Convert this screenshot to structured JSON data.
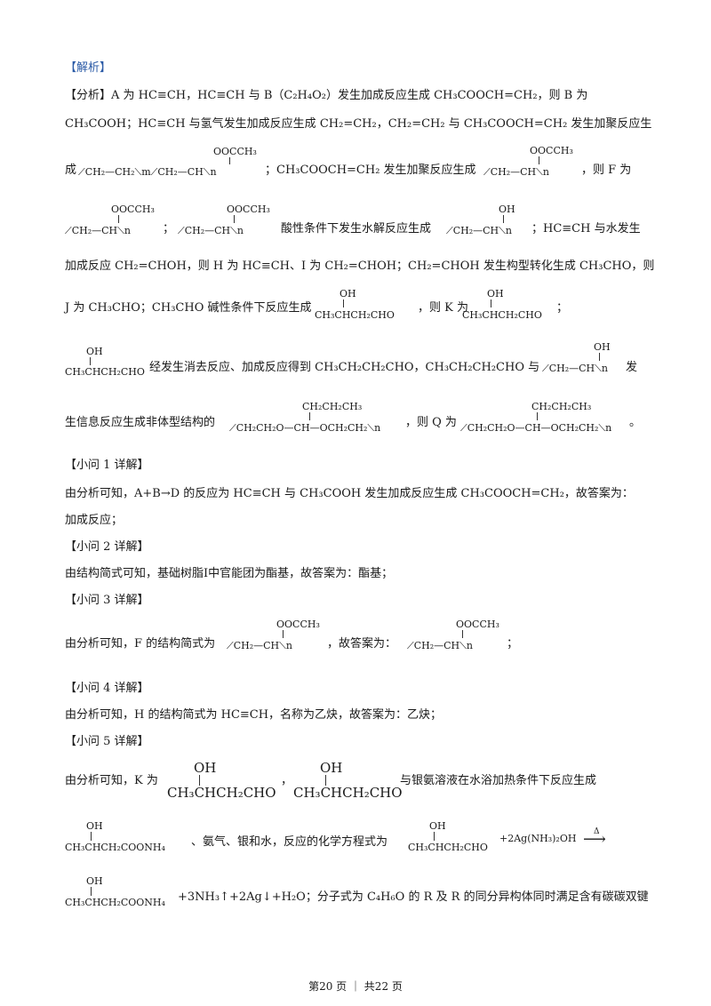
{
  "title": "【解析】",
  "analysis": {
    "l1": "【分析】A 为 HC≡CH，HC≡CH 与 B（C₂H₄O₂）发生加成反应生成 CH₃COOCH=CH₂，则 B 为",
    "l2": "CH₃COOH；HC≡CH 与氢气发生加成反应生成 CH₂=CH₂，CH₂=CH₂ 与 CH₃COOCH=CH₂ 发生加聚反应生",
    "l3a": "成",
    "l3b": "；CH₃COOCH=CH₂ 发生加聚反应生成",
    "l3c": "，则 F 为",
    "l4a": "；",
    "l4b": "酸性条件下发生水解反应生成",
    "l4c": "；HC≡CH 与水发生",
    "l5": "加成反应 CH₂=CHOH，则 H 为 HC≡CH、I 为 CH₂=CHOH；CH₂=CHOH 发生构型转化生成 CH₃CHO，则",
    "l6a": "J 为 CH₃CHO；CH₃CHO 碱性条件下反应生成",
    "l6b": "，则 K 为",
    "l6c": "；",
    "l7a": "经发生消去反应、加成反应得到 CH₃CH₂CH₂CHO，CH₃CH₂CH₂CHO 与",
    "l7b": "发",
    "l8a": "生信息反应生成非体型结构的",
    "l8b": "，则 Q 为",
    "l8c": "。"
  },
  "chem": {
    "ooccch3": "OOCCH₃",
    "oh": "OH",
    "poly1": "⟋CH₂—CH₂⟍m⟋CH₂—CH⟍n",
    "polyF": "⟋CH₂—CH⟍n",
    "polyOH": "⟋CH₂—CH⟍n",
    "k": "CH₃CHCH₂CHO",
    "propyl": "CH₂CH₂CH₃",
    "q": "⟋CH₂CH₂O—CH—OCH₂CH₂⟍n",
    "amm": "CH₃CHCH₂COONH₄",
    "reagent": "+2Ag(NH₃)₂OH",
    "delta": "Δ",
    "arrow": "⟶",
    "products": "+3NH₃↑+2Ag↓+H₂O；分子式为 C₄H₆O 的 R 及 R 的同分异构体同时满足含有碳碳双键"
  },
  "q1": {
    "head": "【小问 1 详解】",
    "l1": "由分析可知，A+B→D 的反应为 HC≡CH 与 CH₃COOH 发生加成反应生成 CH₃COOCH=CH₂，故答案为：",
    "l2": "加成反应；"
  },
  "q2": {
    "head": "【小问 2 详解】",
    "l1": "由结构简式可知，基础树脂I中官能团为酯基，故答案为：酯基；"
  },
  "q3": {
    "head": "【小问 3 详解】",
    "l1a": "由分析可知，F 的结构简式为",
    "l1b": "，故答案为：",
    "l1c": "；"
  },
  "q4": {
    "head": "【小问 4 详解】",
    "l1": "由分析可知，H 的结构简式为 HC≡CH，名称为乙炔，故答案为：乙炔；"
  },
  "q5": {
    "head": "【小问 5 详解】",
    "l1a": "由分析可知，K 为",
    "l1b": "，",
    "l1c": "与银氨溶液在水浴加热条件下反应生成",
    "l2a": "、氨气、银和水，反应的化学方程式为"
  },
  "footer": "第20 页 ｜ 共22 页"
}
